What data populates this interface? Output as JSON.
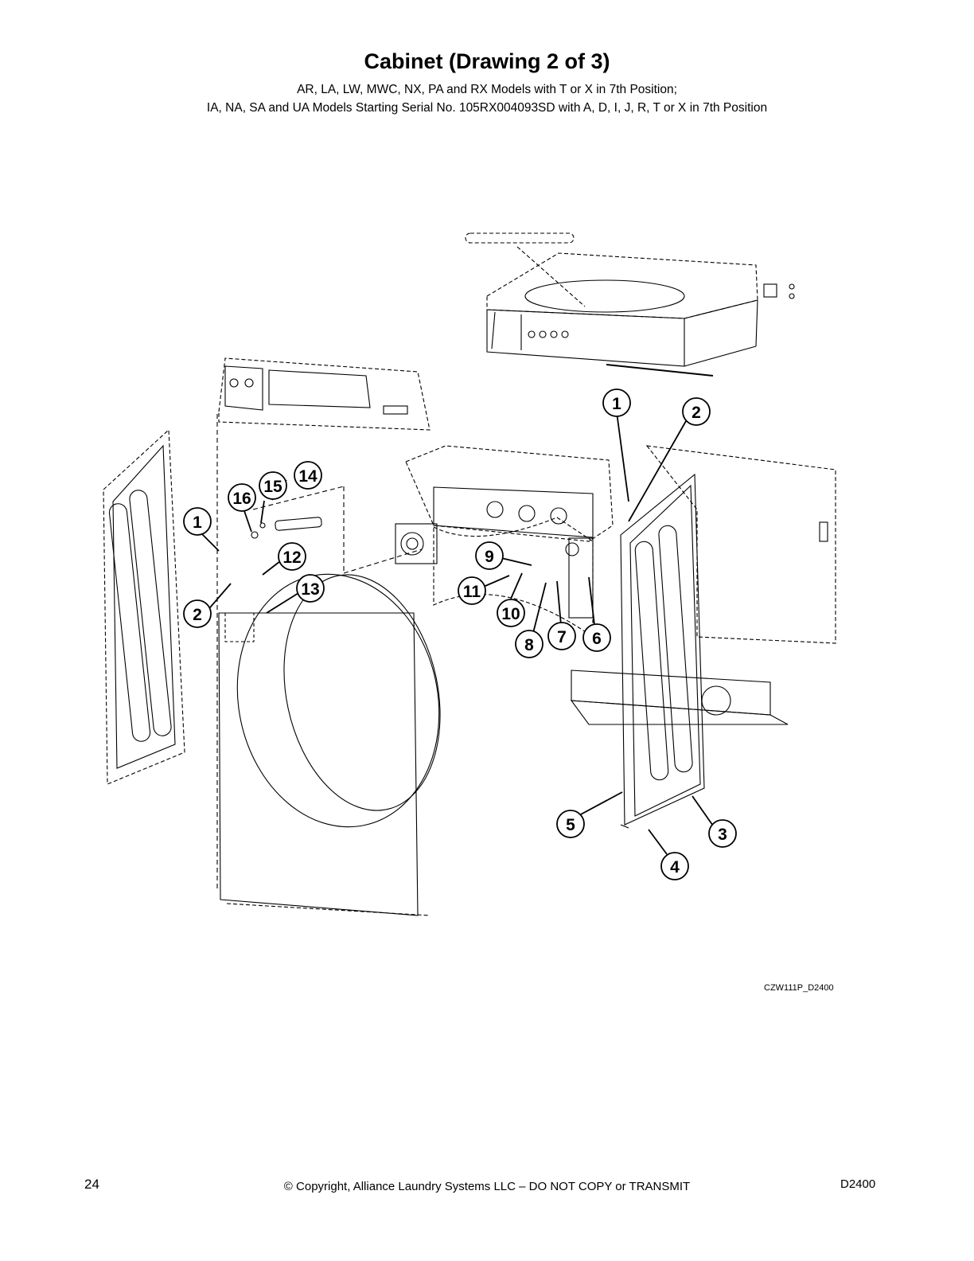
{
  "header": {
    "title": "Cabinet (Drawing 2 of 3)",
    "subtitle_line1": "AR, LA, LW, MWC, NX, PA and RX Models with T or X in 7th Position;",
    "subtitle_line2": "IA, NA, SA and UA Models Starting Serial No. 105RX004093SD with A, D, I, J, R, T or X in 7th Position"
  },
  "diagram": {
    "callouts": [
      "1",
      "2",
      "14",
      "15",
      "16",
      "1",
      "12",
      "13",
      "2",
      "9",
      "11",
      "10",
      "8",
      "7",
      "6",
      "5",
      "3",
      "4"
    ],
    "drawing_code": "CZW111P_D2400"
  },
  "footer": {
    "page_number": "24",
    "copyright": "© Copyright, Alliance Laundry Systems LLC – DO NOT COPY or TRANSMIT",
    "document_number": "D2400"
  }
}
